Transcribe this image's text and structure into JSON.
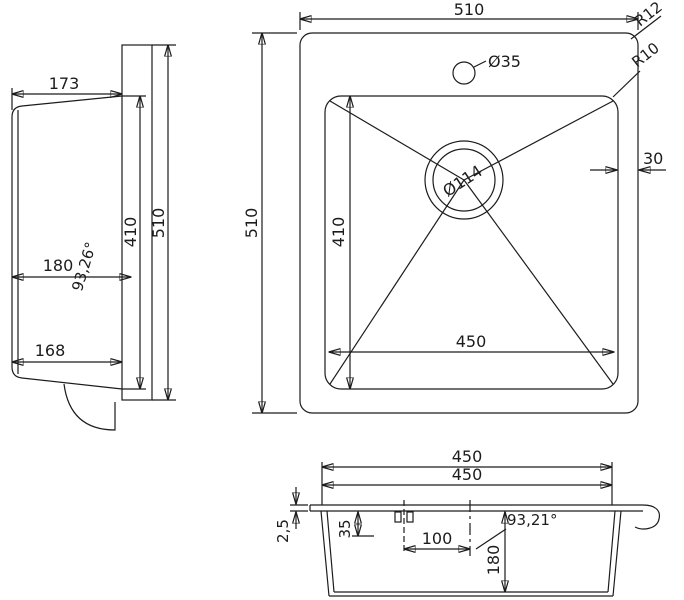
{
  "meta": {
    "background": "#ffffff",
    "line_color": "#1c1c1c"
  },
  "top_view": {
    "dim_width": "510",
    "dim_height": "510",
    "bowl_height": "410",
    "bowl_width": "450",
    "rim_offset": "30",
    "corner_radius_outer": "R12",
    "corner_radius_inner": "R10",
    "faucet_hole_dia": "Ø35",
    "drain_dia": "Ø114"
  },
  "side_view": {
    "depth_top": "173",
    "bowl_opening": "410",
    "overall_height": "510",
    "depth_mid": "180",
    "wall_angle": "93,26°",
    "depth_bottom": "168"
  },
  "front_view": {
    "width_top": "450",
    "width_bottom": "450",
    "rim_thickness": "2,5",
    "faucet_offset": "35",
    "faucet_center_dist": "100",
    "wall_angle": "93,21°",
    "bowl_depth": "180"
  }
}
